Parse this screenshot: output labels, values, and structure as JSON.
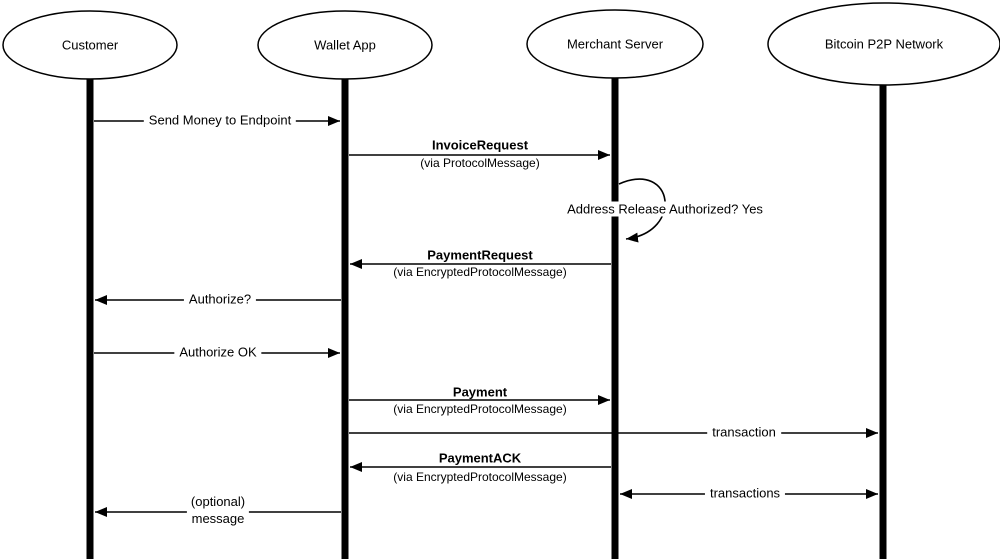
{
  "diagram": {
    "type": "sequence",
    "colors": {
      "line": "#000000",
      "fill": "#ffffff",
      "text": "#000000"
    },
    "participants": [
      {
        "name": "Customer"
      },
      {
        "name": "Wallet App"
      },
      {
        "name": "Merchant Server"
      },
      {
        "name": "Bitcoin P2P Network"
      }
    ],
    "messages": [
      {
        "label": "Send Money to Endpoint",
        "from": "Customer",
        "to": "Wallet App",
        "type": "arrow"
      },
      {
        "label": "InvoiceRequest",
        "sublabel": "(via ProtocolMessage)",
        "from": "Wallet App",
        "to": "Merchant Server",
        "type": "arrow"
      },
      {
        "label": "Address Release Authorized? Yes",
        "from": "Merchant Server",
        "to": "Merchant Server",
        "type": "self"
      },
      {
        "label": "PaymentRequest",
        "sublabel": "(via EncryptedProtocolMessage)",
        "from": "Merchant Server",
        "to": "Wallet App",
        "type": "arrow"
      },
      {
        "label": "Authorize?",
        "from": "Wallet App",
        "to": "Customer",
        "type": "arrow"
      },
      {
        "label": "Authorize OK",
        "from": "Customer",
        "to": "Wallet App",
        "type": "arrow"
      },
      {
        "label": "Payment",
        "sublabel": "(via EncryptedProtocolMessage)",
        "from": "Wallet App",
        "to": "Merchant Server",
        "type": "arrow"
      },
      {
        "label": "transaction",
        "from": "Wallet App",
        "to": "Bitcoin P2P Network",
        "type": "arrow"
      },
      {
        "label": "PaymentACK",
        "sublabel": "(via EncryptedProtocolMessage)",
        "from": "Merchant Server",
        "to": "Wallet App",
        "type": "arrow"
      },
      {
        "label": "transactions",
        "from": "Merchant Server",
        "to": "Bitcoin P2P Network",
        "type": "bidirectional"
      },
      {
        "label": "(optional)",
        "sublabel": "message",
        "from": "Wallet App",
        "to": "Customer",
        "type": "arrow"
      }
    ]
  }
}
